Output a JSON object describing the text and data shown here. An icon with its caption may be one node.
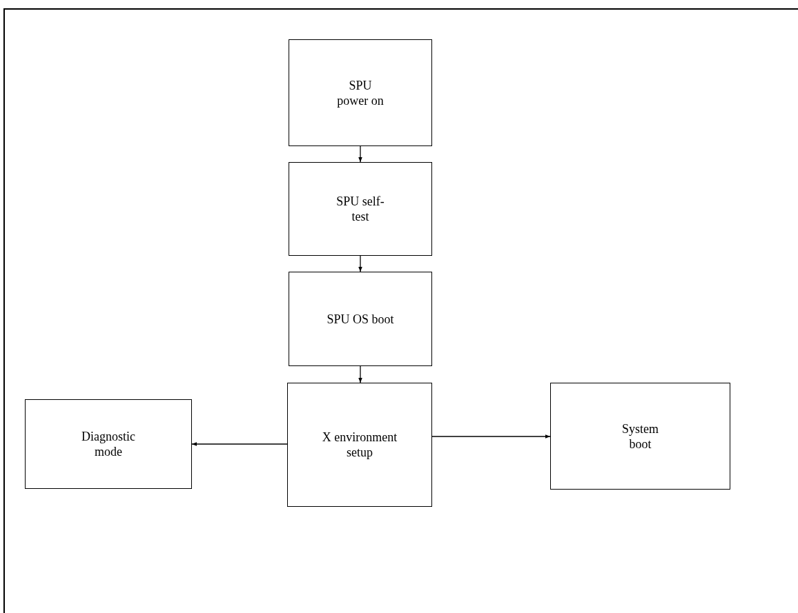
{
  "diagram": {
    "nodes": [
      {
        "text": [
          "SPU power on"
        ]
      },
      {
        "text": [
          "SPU self- test"
        ]
      },
      {
        "text": [
          "SPU OS boot"
        ]
      },
      {
        "text": [
          "X environment setup"
        ]
      },
      {
        "text": [
          "Diagnostic mode"
        ]
      },
      {
        "text": [
          "System boot"
        ]
      }
    ],
    "edges": [
      {
        "from": 0,
        "to": 1,
        "arrow": "to"
      },
      {
        "from": 1,
        "to": 2,
        "arrow": "to"
      },
      {
        "from": 2,
        "to": 3,
        "arrow": "to"
      },
      {
        "from": 3,
        "to": 4,
        "arrow": "to"
      },
      {
        "from": 3,
        "to": 5,
        "arrow": "to"
      }
    ]
  }
}
